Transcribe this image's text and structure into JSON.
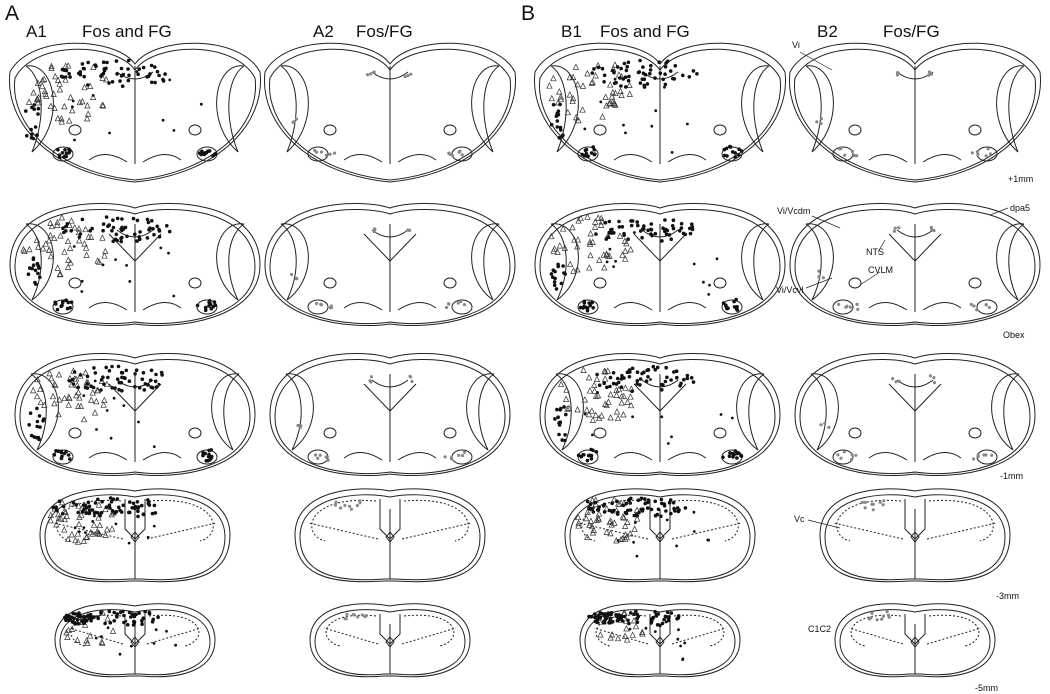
{
  "panels": {
    "A": {
      "letter": "A",
      "col1": {
        "id": "A1",
        "title": "Fos and FG"
      },
      "col2": {
        "id": "A2",
        "title": "Fos/FG"
      }
    },
    "B": {
      "letter": "B",
      "col1": {
        "id": "B1",
        "title": "Fos and FG"
      },
      "col2": {
        "id": "B2",
        "title": "Fos/FG"
      }
    }
  },
  "levels": [
    "+1mm",
    "Obex",
    "-1mm",
    "-3mm",
    "-5mm"
  ],
  "annotations": {
    "vi": "Vi",
    "vi_vcdm": "Vi/Vcdm",
    "dpa5": "dpa5",
    "nts": "NTS",
    "cvlm": "CVLM",
    "vi_vcvl": "Vi/Vcvl",
    "vc": "Vc",
    "c1c2": "C1C2"
  },
  "colors": {
    "outline": "#222222",
    "fos_marker": "#111111",
    "fg_marker": "#333333",
    "double_marker": "#888888"
  }
}
